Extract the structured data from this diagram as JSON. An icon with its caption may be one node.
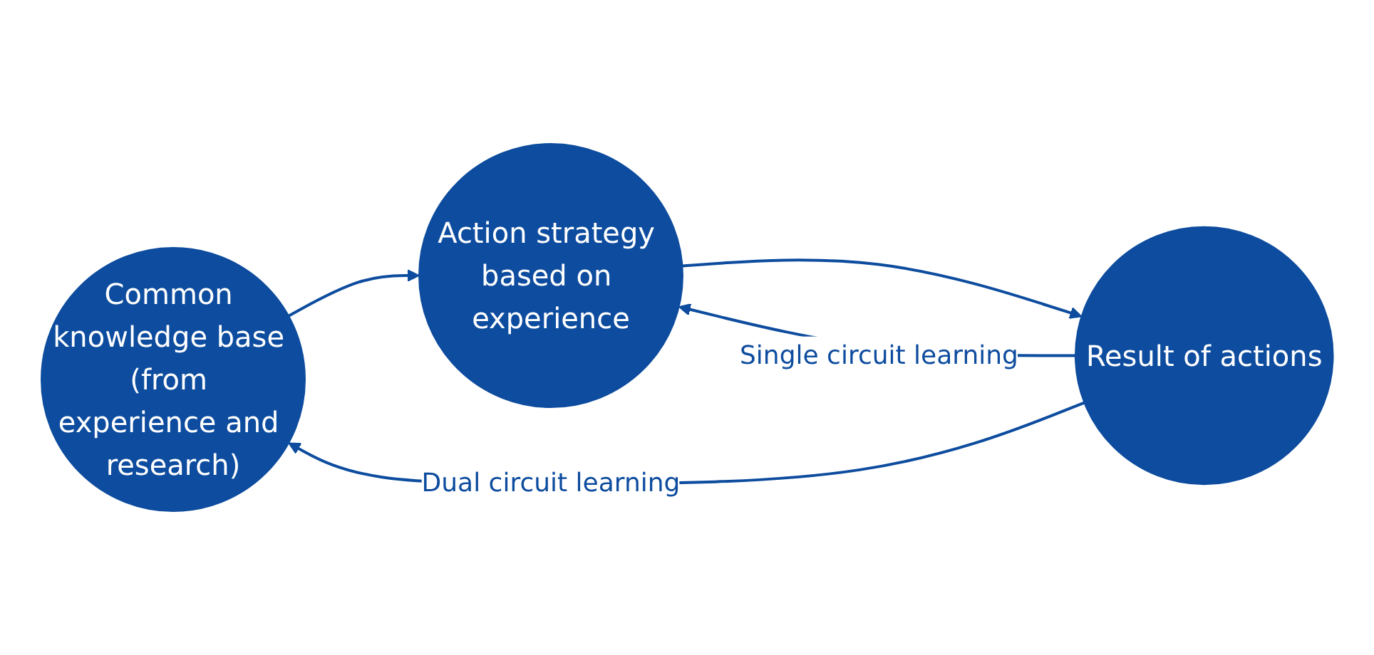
{
  "diagram": {
    "nodes": [
      {
        "text": [
          "Common knowledge base (from experience and research)"
        ]
      },
      {
        "text": [
          "Action strategy based on experience"
        ]
      },
      {
        "text": [
          "Result of actions"
        ]
      }
    ],
    "edges": [
      {
        "from": 0,
        "to": 1,
        "arrow": "to"
      },
      {
        "from": 1,
        "to": 2,
        "arrow": "to"
      },
      {
        "from": 2,
        "to": 1,
        "arrow": "to",
        "label": "Single circuit learning"
      },
      {
        "from": 2,
        "to": 0,
        "arrow": "to",
        "label": "Dual circuit learning"
      }
    ]
  }
}
